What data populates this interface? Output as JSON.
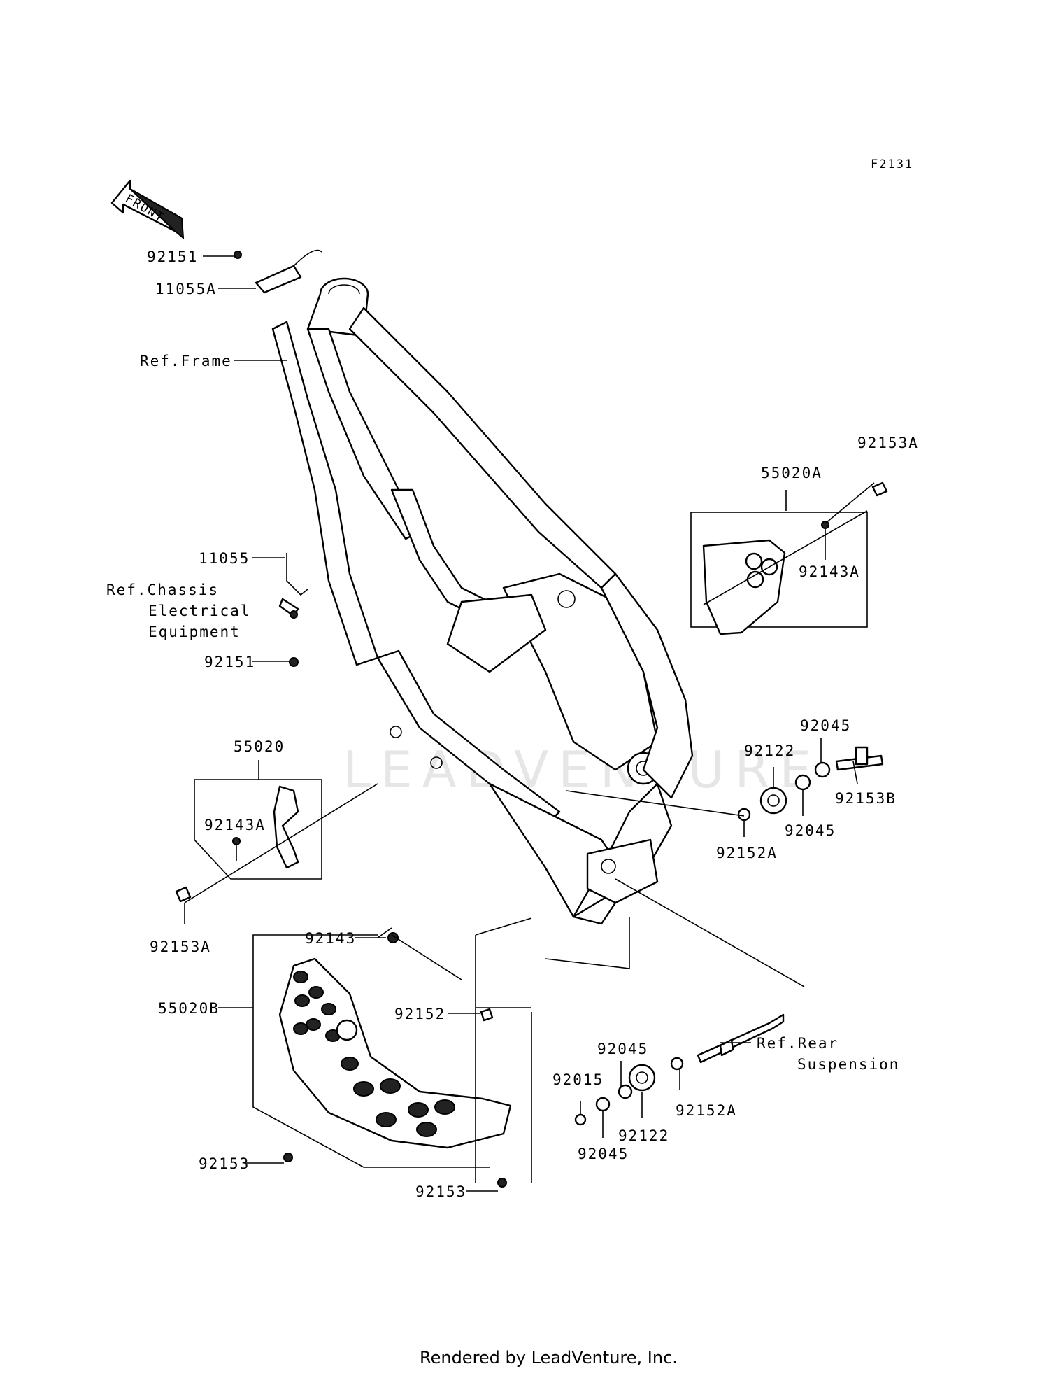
{
  "diagram_code": "F2131",
  "front_arrow_label": "FRONT",
  "watermark": "LEADVENTURE",
  "footer": "Rendered by LeadVenture, Inc.",
  "callouts": {
    "p92151_top": "92151",
    "p11055A": "11055A",
    "ref_frame": "Ref.Frame",
    "p11055": "11055",
    "ref_chassis_1": "Ref.Chassis",
    "ref_chassis_2": "Electrical",
    "ref_chassis_3": "Equipment",
    "p92151_mid": "92151",
    "p55020A": "55020A",
    "p92153A_right": "92153A",
    "p92143A_right": "92143A",
    "p55020": "55020",
    "p92143A_left": "92143A",
    "p92153A_left": "92153A",
    "p92045_a": "92045",
    "p92122_a": "92122",
    "p92153B": "92153B",
    "p92045_b": "92045",
    "p92152A_a": "92152A",
    "p92143": "92143",
    "p55020B": "55020B",
    "p92152": "92152",
    "p92153_a": "92153",
    "p92153_b": "92153",
    "p92045_c": "92045",
    "p92015": "92015",
    "p92152A_b": "92152A",
    "p92122_b": "92122",
    "p92045_d": "92045",
    "ref_rear_1": "Ref.Rear",
    "ref_rear_2": "Suspension"
  }
}
